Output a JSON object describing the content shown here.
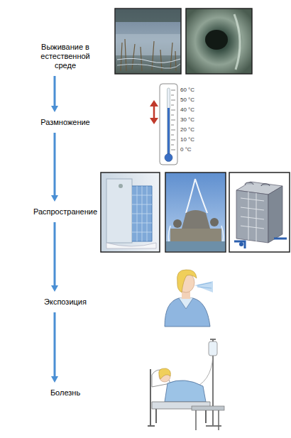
{
  "diagram": {
    "nodes": [
      {
        "text": [
          "Выживание в естественной среде"
        ]
      },
      {
        "text": [
          "Размножение"
        ]
      },
      {
        "text": [
          "Распространение"
        ]
      },
      {
        "text": [
          "Экспозиция"
        ]
      },
      {
        "text": [
          "Болезнь"
        ]
      }
    ],
    "edges": [
      {
        "from": 0,
        "to": 1,
        "arrow": "to"
      },
      {
        "from": 1,
        "to": 2,
        "arrow": "to"
      },
      {
        "from": 2,
        "to": 3,
        "arrow": "to"
      },
      {
        "from": 3,
        "to": 4,
        "arrow": "to"
      }
    ],
    "labels": [
      "60 °C",
      "50 °C",
      "40 °C",
      "30 °C",
      "20 °C",
      "10 °C",
      "0 °C"
    ]
  }
}
